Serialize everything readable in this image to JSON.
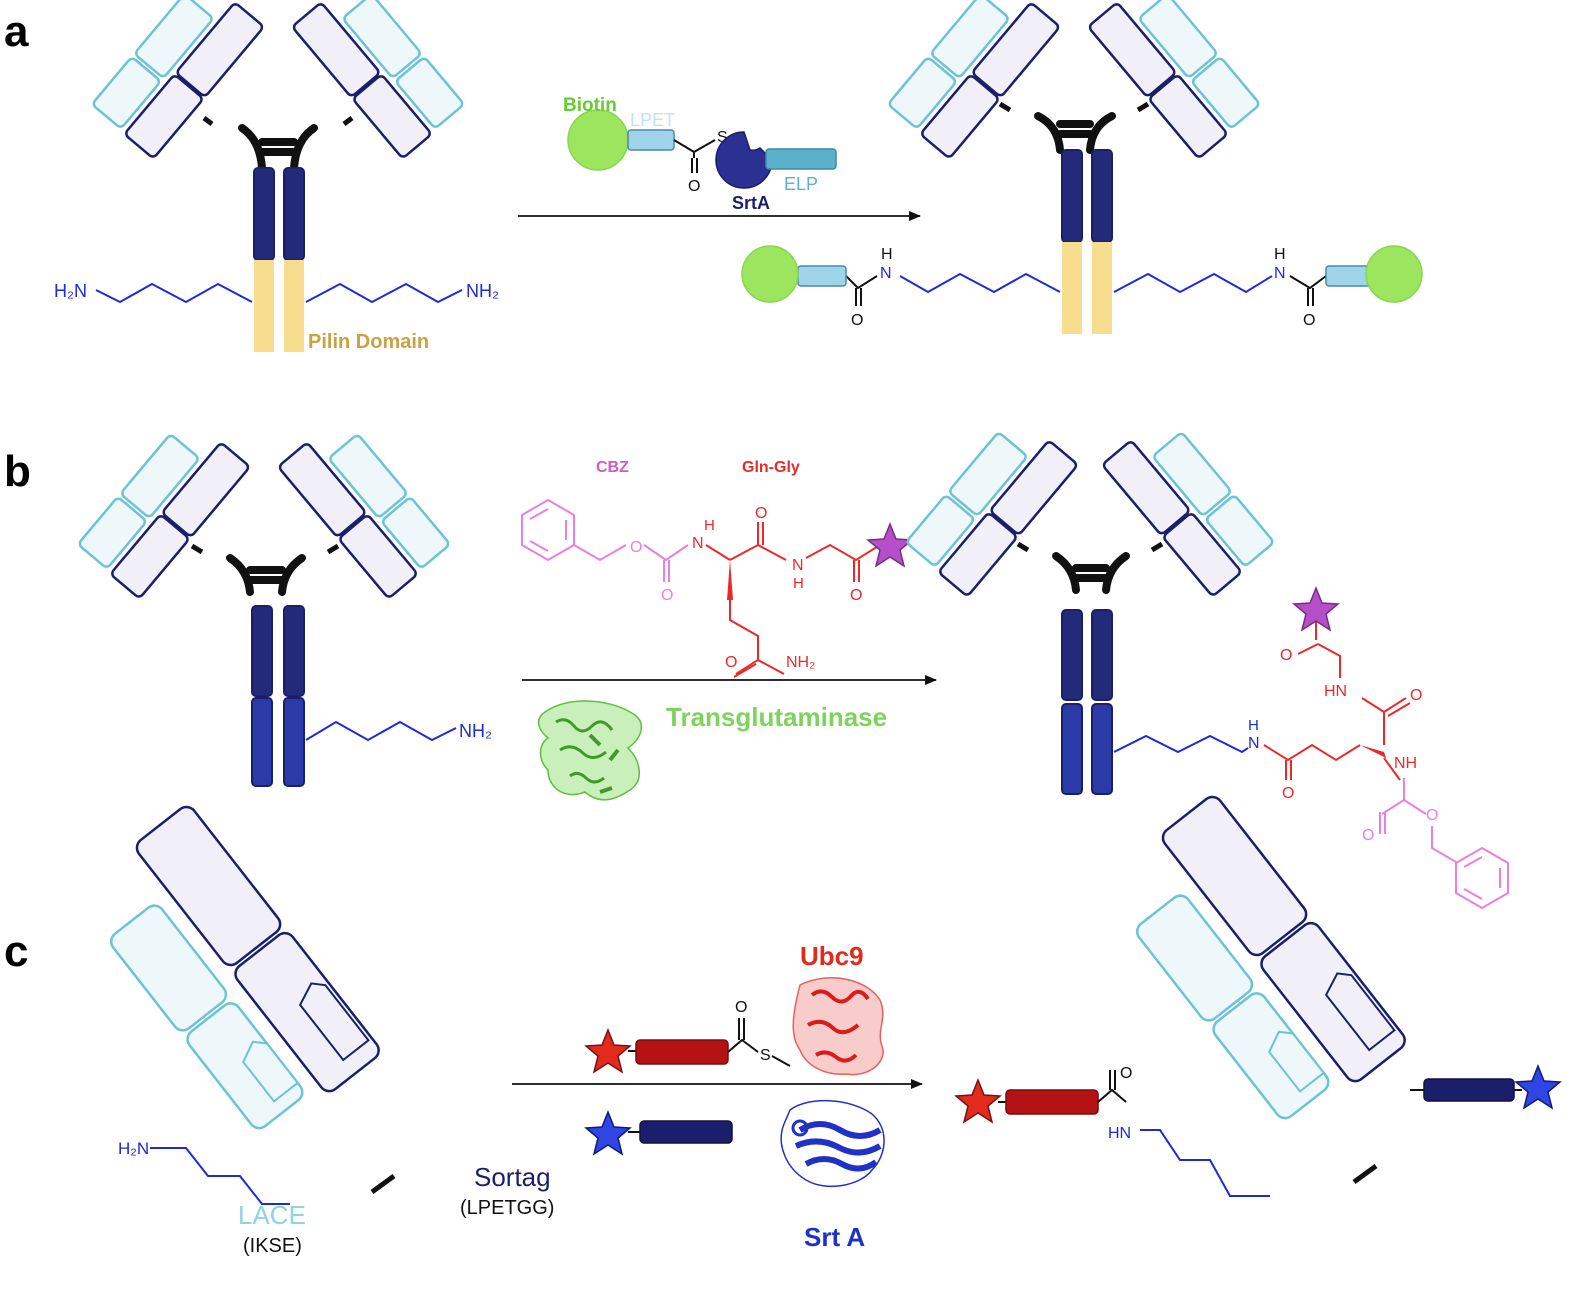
{
  "panels": {
    "a": {
      "letter": "a",
      "biotin": "Biotin",
      "lpet": "LPET",
      "thioester_s": "S",
      "thioester_o": "O",
      "srta": "SrtA",
      "elp": "ELP",
      "amine_left": "H₂N",
      "amine_right": "NH₂",
      "pilin": "Pilin Domain",
      "amide_h": "H",
      "amide_n": "N",
      "amide_o": "O"
    },
    "b": {
      "letter": "b",
      "cbz": "CBZ",
      "glngly": "Gln-Gly",
      "o": "O",
      "h": "H",
      "n": "N",
      "hn": "HN",
      "nh": "NH",
      "nh2": "NH₂",
      "transglutaminase": "Transglutaminase"
    },
    "c": {
      "letter": "c",
      "ubc9": "Ubc9",
      "o": "O",
      "s": "S",
      "srta": "Srt A",
      "amine": "H₂N",
      "hn": "HN",
      "lace": "LACE",
      "ikse": "(IKSE)",
      "sortag": "Sortag",
      "lpetgg": "(LPETGG)"
    }
  },
  "colors": {
    "navy": "#1b1f6b",
    "navy_fill": "#232a7a",
    "lavender": "#f1f0f8",
    "cyan": "#6cc3d5",
    "cyan_fill": "#eef8fb",
    "pilin_yellow": "#f8dd8e",
    "pilin_text": "#c9a243",
    "linker_blue": "#1d2bd6",
    "biotin_green": "#9be65e",
    "biotin_text": "#66cc33",
    "lpet_blue": "#9fd4ea",
    "elp_blue": "#5bb0cc",
    "magenta": "#d259c8",
    "cbz_pink": "#e87fe3",
    "red": "#ea2a2a",
    "transglut_green": "#7ed35e",
    "dark_red": "#b51313",
    "blue_star": "#2f46e4",
    "red_star": "#e32b1d",
    "srt_blue": "#2031c8"
  }
}
